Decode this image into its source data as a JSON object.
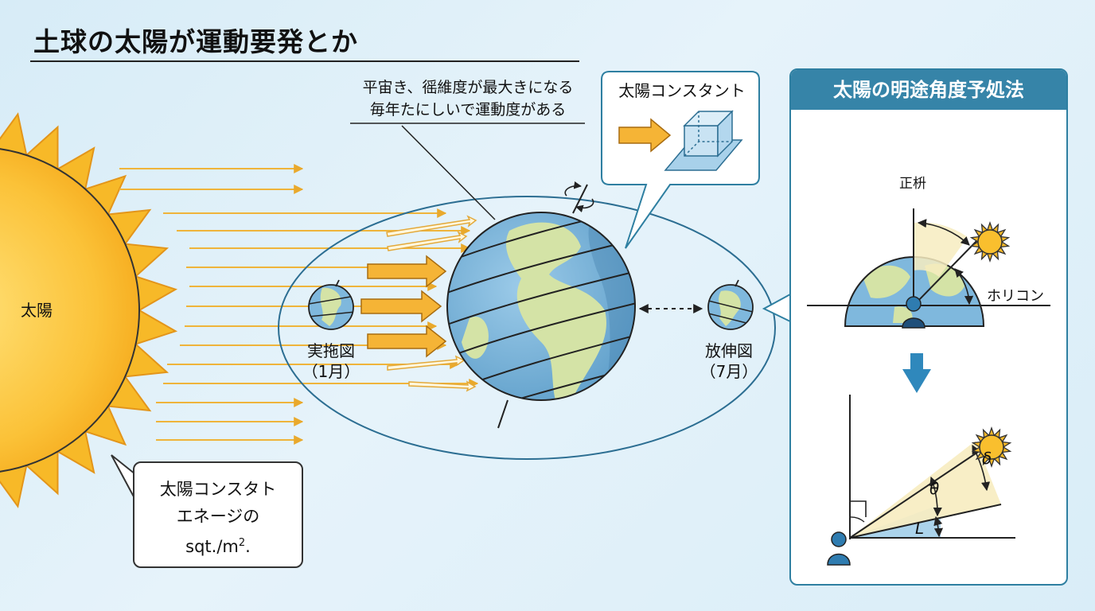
{
  "title": "土球の太陽が運動要発とか",
  "sun_label": "太陽",
  "tilt_note": {
    "line1": "平宙き、徭維度が最大きになる",
    "line2": "毎年たにしいで運動度がある"
  },
  "constant_callout": {
    "label": "太陽コンスタント"
  },
  "earth_left": {
    "name": "実拖図",
    "month": "（1月）"
  },
  "earth_right": {
    "name": "放伸図",
    "month": "（7月）"
  },
  "energy_box": {
    "line1": "太陽コンスタト",
    "line2": "エネージの",
    "line3_base": "sqt./m",
    "line3_sup": "2",
    "line3_end": "."
  },
  "panel": {
    "title": "太陽の明途角度予処法",
    "zenith_label": "正枡",
    "horizon_label": "ホリコン",
    "delta_label": "δ",
    "theta_label": "θ",
    "l_label": "L"
  },
  "colors": {
    "accent": "#3684a8",
    "sun": "#f5b31f",
    "arrow": "#f0b53a",
    "ocean": "#7fb8dd",
    "land": "#d7e3a8"
  },
  "icons": [
    "sun-icon",
    "rotation-icon",
    "down-arrow-icon",
    "person-icon",
    "cube-icon"
  ]
}
